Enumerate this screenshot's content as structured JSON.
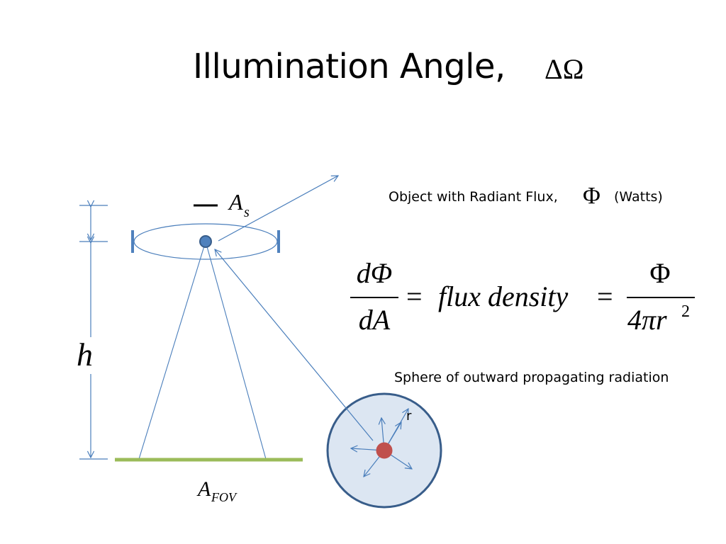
{
  "title": {
    "text": "Illumination Angle,",
    "symbol": "ΔΩ"
  },
  "labels": {
    "source_area": "A",
    "source_area_sub": "s",
    "height": "h",
    "fov_area": "A",
    "fov_area_sub": "FOV",
    "radius": "r"
  },
  "captions": {
    "radiant_flux_prefix": "Object with Radiant Flux,",
    "radiant_flux_symbol": "Φ",
    "radiant_flux_units": "(Watts)",
    "sphere": "Sphere of outward propagating radiation"
  },
  "equation": {
    "lhs_num": "dΦ",
    "lhs_den": "dA",
    "eq1": "=",
    "middle": "flux density",
    "eq2": "=",
    "rhs_num": "Φ",
    "rhs_den": "4πr",
    "rhs_exp": "2"
  },
  "colors": {
    "line_blue": "#4a7ebb",
    "dot_blue": "#4f81bd",
    "ground_green": "#9bbb59",
    "sphere_fill": "#dce6f2",
    "sphere_stroke": "#385d8a",
    "source_red": "#c0504d"
  }
}
